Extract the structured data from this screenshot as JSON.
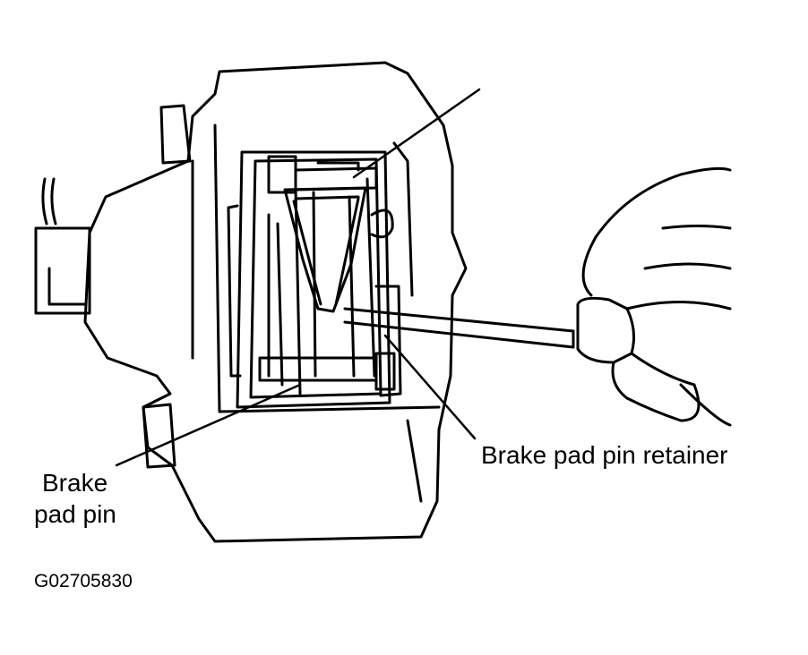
{
  "labels": {
    "brake_pad_pin_retainer": "Brake pad pin retainer",
    "brake_pad_pin_line1": "Brake",
    "brake_pad_pin_line2": "pad pin",
    "figure_code": "G02705830"
  },
  "colors": {
    "ink": "#000000",
    "paper": "#ffffff"
  }
}
